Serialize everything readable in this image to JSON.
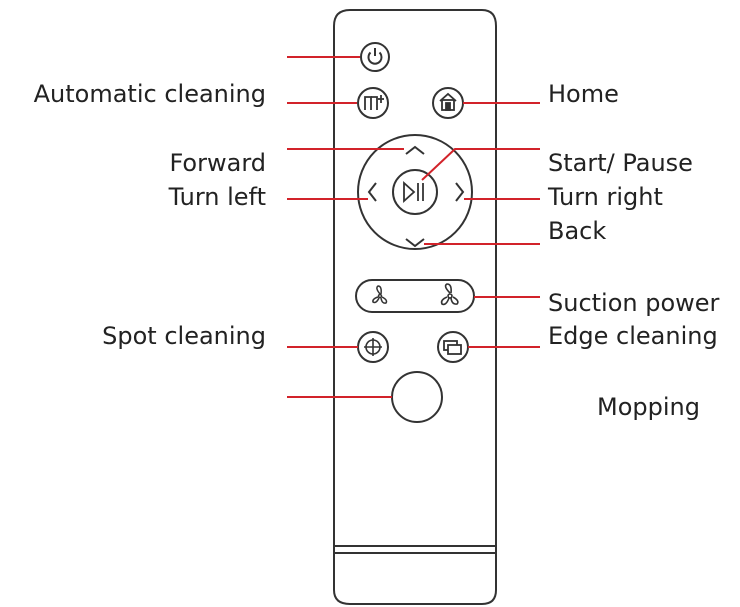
{
  "labels": {
    "automatic_cleaning": "Automatic cleaning",
    "forward": "Forward",
    "turn_left": "Turn left",
    "spot_cleaning": "Spot cleaning",
    "home": "Home",
    "start_pause": "Start/ Pause",
    "turn_right": "Turn right",
    "back": "Back",
    "suction_power": "Suction power",
    "edge_cleaning": "Edge cleaning",
    "mopping": "Mopping"
  },
  "colors": {
    "leader_line": "#d2232a",
    "outline": "#333333",
    "text": "#222222"
  },
  "icons": {
    "power": "power-icon",
    "auto": "auto-clean-icon",
    "home": "home-icon",
    "play_pause": "play-pause-icon",
    "fan": "fan-icon",
    "spot": "spot-target-icon",
    "edge": "edge-icon"
  }
}
